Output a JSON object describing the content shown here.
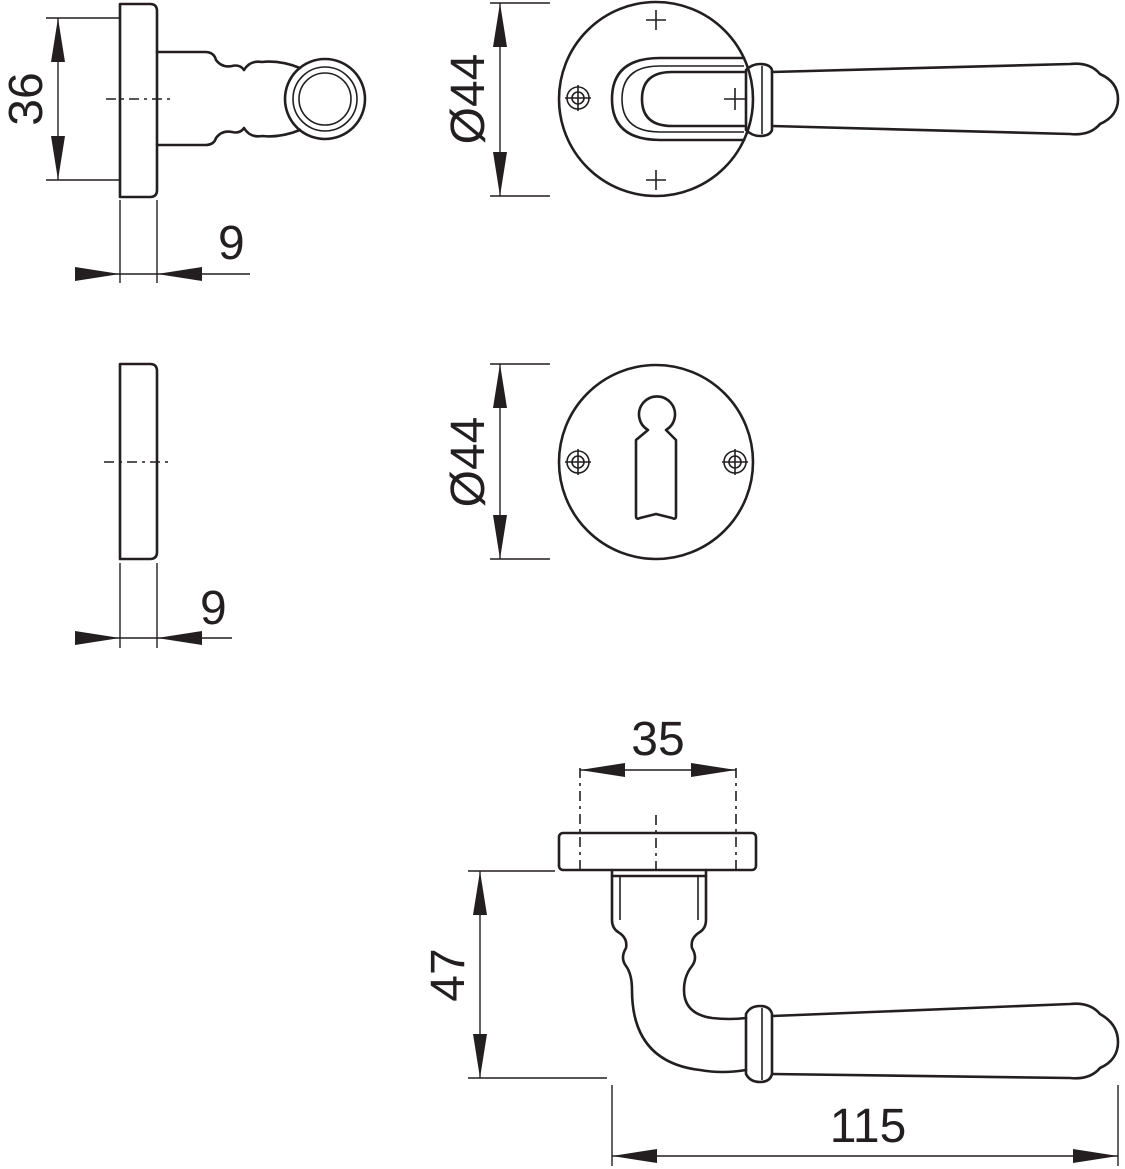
{
  "dimensions": {
    "rose_height": "36",
    "rose_thickness": "9",
    "escutcheon_thickness": "9",
    "rose_diameter": "Ø44",
    "escutcheon_diameter": "Ø44",
    "rose_to_neck": "35",
    "lever_drop": "47",
    "lever_length": "115"
  },
  "colors": {
    "line": "#231f20",
    "background": "#ffffff"
  }
}
